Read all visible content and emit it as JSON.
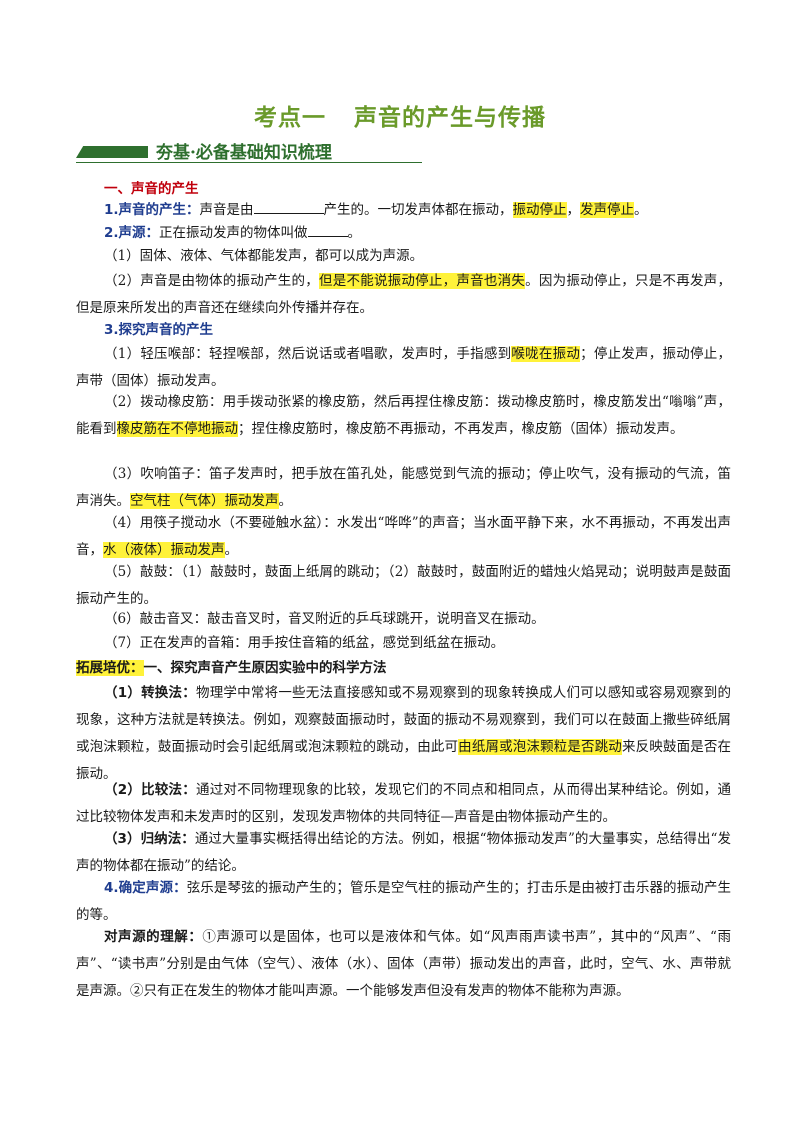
{
  "title": {
    "part1": "考点一",
    "part2": "声音的产生与传播"
  },
  "banner": "夯基·必备基础知识梳理",
  "s1_heading": "一、声音的产生",
  "p1": {
    "label": "1.声音的产生：",
    "a": "声音是由",
    "b": "产生的。一切发声体都在振动，",
    "h1": "振动停止",
    "c": "，",
    "h2": "发声停止",
    "d": "。"
  },
  "p2": {
    "label": "2.声源：",
    "a": "正在振动发声的物体叫做",
    "b": "。"
  },
  "p2_1": "（1）固体、液体、气体都能发声，都可以成为声源。",
  "p2_2": {
    "a": "（2）声音是由物体的振动产生的，",
    "h": "但是不能说振动停止，声音也消失",
    "b": "。因为振动停止，只是不再发声，但是原来所发出的声音还在继续向外传播并存在。"
  },
  "p3_label": "3.探究声音的产生",
  "e1": {
    "a": "（1）轻压喉部：轻捏喉部，然后说话或者唱歌，发声时，手指感到",
    "h": "喉咙在振动",
    "b": "；停止发声，振动停止，声带（固体）振动发声。"
  },
  "e2": {
    "a": "（2）拨动橡皮筋：用手拨动张紧的橡皮筋，然后再捏住橡皮筋：拨动橡皮筋时，橡皮筋发出“嗡嗡”声，能看到",
    "h": "橡皮筋在不停地振动",
    "b": "；捏住橡皮筋时，橡皮筋不再振动，不再发声，橡皮筋（固体）振动发声。"
  },
  "e3": {
    "a": "（3）吹响笛子：笛子发声时，把手放在笛孔处，能感觉到气流的振动；停止吹气，没有振动的气流，笛声消失。",
    "h": "空气柱（气体）振动发声",
    "b": "。"
  },
  "e4": {
    "a": "（4）用筷子搅动水（不要碰触水盆）：水发出“哗哗”的声音；当水面平静下来，水不再振动，不再发出声音，",
    "h": "水（液体）振动发声",
    "b": "。"
  },
  "e5": "（5）敲鼓：（1）敲鼓时，鼓面上纸屑的跳动；（2）敲鼓时，鼓面附近的蜡烛火焰晃动；说明鼓声是鼓面振动产生的。",
  "e6": "（6）敲击音叉：敲击音叉时，音叉附近的乒乓球跳开，说明音叉在振动。",
  "e7": "（7）正在发声的音箱：用手按住音箱的纸盆，感觉到纸盆在振动。",
  "ext": {
    "tag": "拓展培优：",
    "heading": "一、探究声音产生原因实验中的科学方法"
  },
  "m1": {
    "label": "（1）转换法：",
    "a": "物理学中常将一些无法直接感知或不易观察到的现象转换成人们可以感知或容易观察到的现象，这种方法就是转换法。例如，观察鼓面振动时，鼓面的振动不易观察到，我们可以在鼓面上撒些碎纸屑或泡沫颗粒，鼓面振动时会引起纸屑或泡沫颗粒的跳动，由此可",
    "h": "由纸屑或泡沫颗粒是否跳动",
    "b": "来反映鼓面是否在振动。"
  },
  "m2": {
    "label": "（2）比较法：",
    "a": "通过对不同物理现象的比较，发现它们的不同点和相同点，从而得出某种结论。例如，通过比较物体发声和未发声时的区别，发现发声物体的共同特征—声音是由物体振动产生的。"
  },
  "m3": {
    "label": "（3）归纳法：",
    "a": "通过大量事实概括得出结论的方法。例如，根据“物体振动发声”的大量事实，总结得出“发声的物体都在振动”的结论。"
  },
  "p4": {
    "label": "4.确定声源：",
    "a": "弦乐是琴弦的振动产生的；管乐是空气柱的振动产生的；打击乐是由被打击乐器的振动产生的等。"
  },
  "p5": {
    "label": "对声源的理解：",
    "a": "①声源可以是固体，也可以是液体和气体。如“风声雨声读书声”，其中的“风声”、“雨声”、“读书声”分别是由气体（空气）、液体（水）、固体（声带）振动发出的声音，此时，空气、水、声带就是声源。②只有正在发生的物体才能叫声源。一个能够发声但没有发声的物体不能称为声源。"
  }
}
